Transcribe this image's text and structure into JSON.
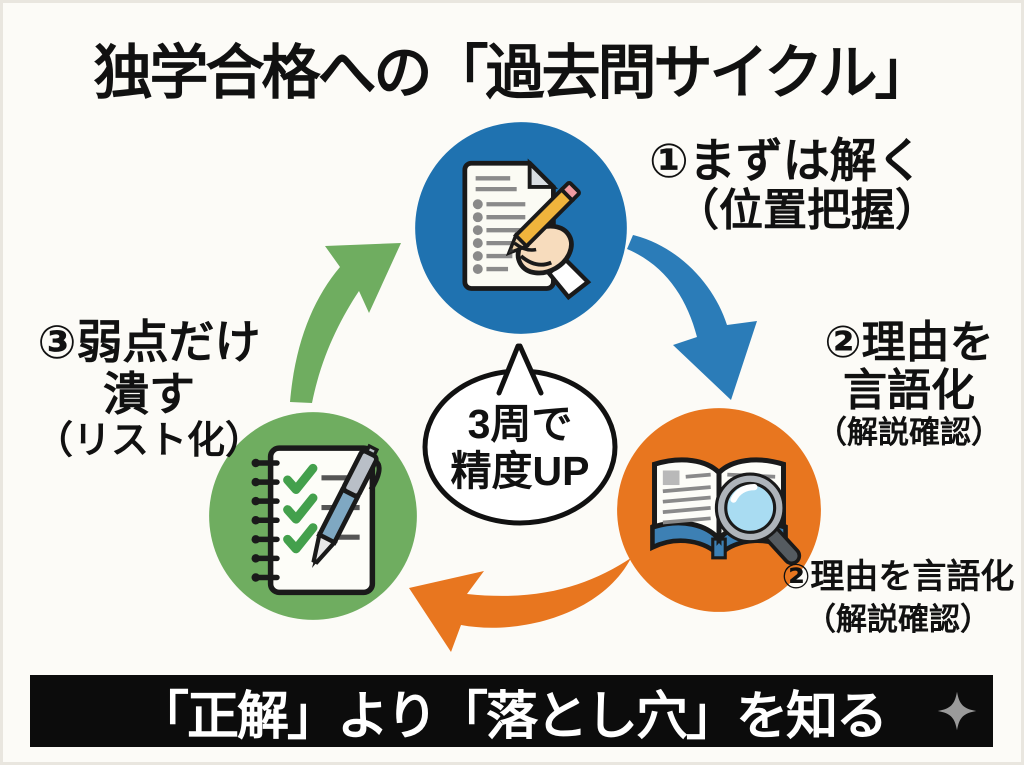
{
  "title": "独学合格への「過去問サイクル」",
  "cycle": {
    "bubble": {
      "line1": "3周で",
      "line2": "精度UP"
    },
    "steps": [
      {
        "name": "solve-first",
        "color": "#1f72b0",
        "icon": "document-pencil-icon",
        "lines": [
          "①まずは解く",
          "（位置把握）"
        ]
      },
      {
        "name": "verbalize-reason",
        "color": "#e8761f",
        "icon": "book-magnifier-icon",
        "lines": [
          "②理由を",
          "言語化",
          "（解説確認）"
        ],
        "secondary_lines": [
          "②理由を言語化",
          "（解説確認）"
        ]
      },
      {
        "name": "crush-weakness",
        "color": "#6fad60",
        "icon": "checklist-pen-icon",
        "lines": [
          "③弱点だけ",
          "潰す",
          "（リスト化）"
        ]
      }
    ],
    "arrows": [
      {
        "name": "solve-to-verbalize",
        "color": "#2b7cb8"
      },
      {
        "name": "verbalize-to-weakness",
        "color": "#e8761f"
      },
      {
        "name": "weakness-to-solve",
        "color": "#6fad60"
      }
    ]
  },
  "footer": {
    "text": "「正解」より「落とし穴」を知る",
    "bg": "#0c0c0c",
    "sparkle_color": "#9a9a9a"
  }
}
